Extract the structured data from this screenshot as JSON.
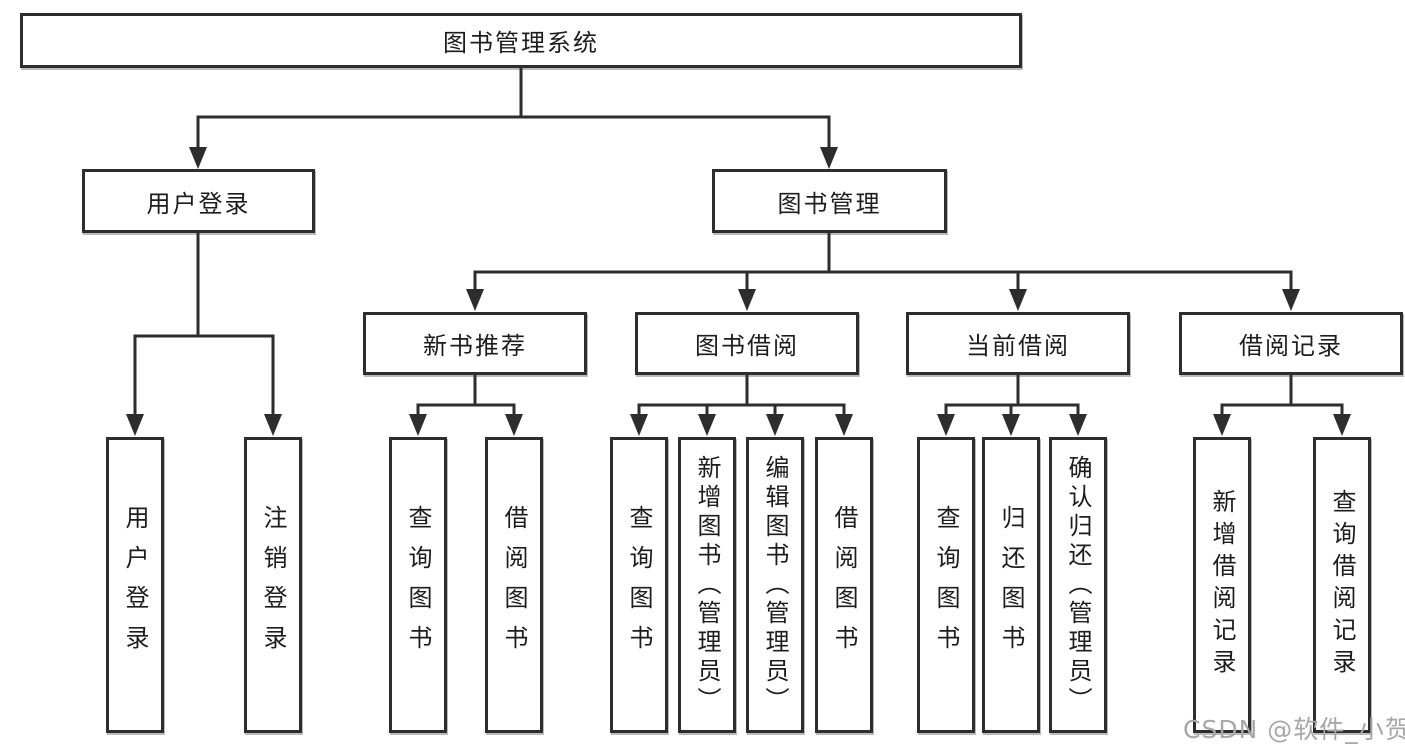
{
  "watermark": {
    "text": "CSDN @软件_小贺同学"
  },
  "colors": {
    "line": "#2d2d2d",
    "box_border": "#2d2d2d",
    "text": "#1d1d1d",
    "watermark": "#a8a8a8",
    "background": "#ffffff"
  },
  "tree": {
    "root": {
      "label": "图书管理系统"
    },
    "branches": [
      {
        "label": "用户登录",
        "children": [
          {
            "label": "用户登录"
          },
          {
            "label": "注销登录"
          }
        ]
      },
      {
        "label": "图书管理",
        "children": [
          {
            "label": "新书推荐",
            "children": [
              {
                "label": "查询图书"
              },
              {
                "label": "借阅图书"
              }
            ]
          },
          {
            "label": "图书借阅",
            "children": [
              {
                "label": "查询图书"
              },
              {
                "label": "新增图书（管理员）"
              },
              {
                "label": "编辑图书（管理员）"
              },
              {
                "label": "借阅图书"
              }
            ]
          },
          {
            "label": "当前借阅",
            "children": [
              {
                "label": "查询图书"
              },
              {
                "label": "归还图书"
              },
              {
                "label": "确认归还（管理员）"
              }
            ]
          },
          {
            "label": "借阅记录",
            "children": [
              {
                "label": "新增借阅记录"
              },
              {
                "label": "查询借阅记录"
              }
            ]
          }
        ]
      }
    ]
  }
}
